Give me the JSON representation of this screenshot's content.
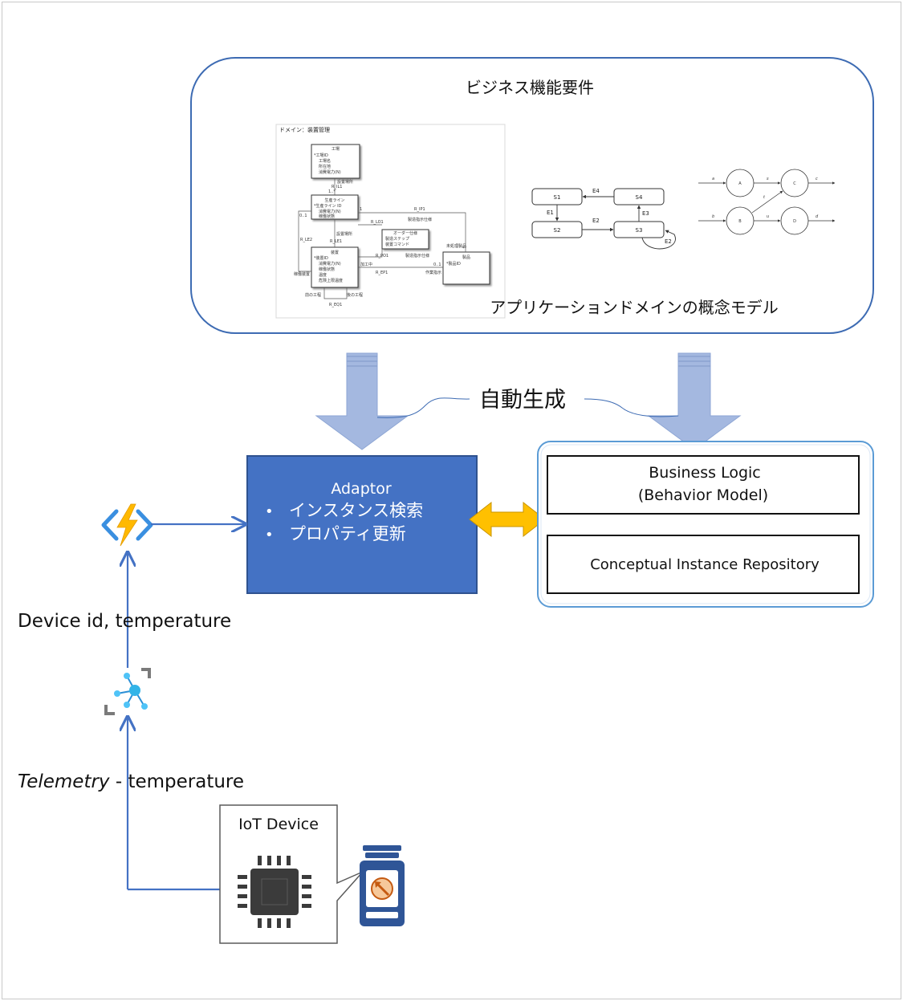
{
  "top_section": {
    "title": "ビジネス機能要件",
    "caption": "アプリケーションドメインの概念モデル"
  },
  "class_diagram": {
    "header": "ドメイン：装置管理",
    "factory": {
      "name": "工場",
      "attrs": [
        "*工場ID",
        "工場名",
        "所在地",
        "消費電力(N)"
      ]
    },
    "line": {
      "name": "生産ライン",
      "attrs": [
        "*生産ライン ID",
        "消費電力(N)",
        "稼働状態"
      ]
    },
    "order": {
      "name": "オーダー仕様",
      "attrs": [
        "製造ステップ",
        "装置コマンド"
      ]
    },
    "equipment": {
      "name": "装置",
      "attrs": [
        "*装置ID",
        "消費電力(N)",
        "稼働状態",
        "温度",
        "危険上限温度"
      ]
    },
    "product": {
      "name": "製品",
      "attrs": [
        "*製品ID"
      ]
    },
    "labels": [
      "設置場所",
      "R_IL1",
      "R_LO1",
      "R_IP1",
      "R_LE1",
      "R_PO1",
      "R_EP1",
      "R_EQ1",
      "R_LE2",
      "製造指示仕様",
      "加工中",
      "未処理製品",
      "作業指示",
      "稼働装置",
      "前の工程",
      "後の工程",
      "1..*",
      "0..1",
      "1",
      "*"
    ]
  },
  "state_machine": {
    "states": [
      "S1",
      "S2",
      "S3",
      "S4"
    ],
    "events": [
      "E1",
      "E2",
      "E3",
      "E4",
      "E2"
    ]
  },
  "petri_net": {
    "nodes": [
      "A",
      "B",
      "C",
      "D"
    ],
    "arcs": [
      "a",
      "b",
      "s",
      "t",
      "u",
      "c",
      "d"
    ]
  },
  "auto_gen_label": "自動生成",
  "adaptor": {
    "title": "Adaptor",
    "bullets": [
      "インスタンス検索",
      "プロパティ更新"
    ]
  },
  "business_logic": {
    "line1": "Business Logic",
    "line2": "(Behavior Model)"
  },
  "repository": {
    "label": "Conceptual Instance Repository"
  },
  "device_label": "Device id, temperature",
  "telemetry": {
    "italic": "Telemetry",
    "rest": " - temperature"
  },
  "iot_device": {
    "label": "IoT Device"
  },
  "colors": {
    "accent_blue": "#4472c4",
    "border_blue": "#3d6bb3",
    "light_arrow": "#a4b8e0",
    "double_arrow": "#ffc000",
    "function_bolt": "#ffb900"
  },
  "icons": [
    "function-app-icon",
    "iot-hub-icon",
    "chip-icon",
    "sensor-icon"
  ]
}
